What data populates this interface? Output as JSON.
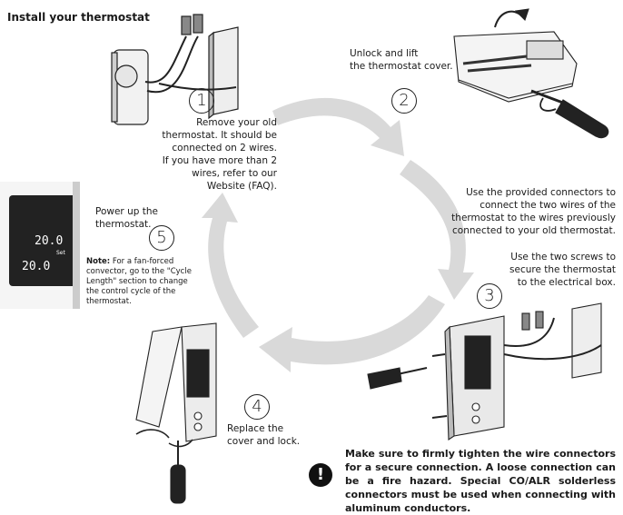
{
  "title": "Install your thermostat",
  "steps": {
    "s1": {
      "number": "1",
      "text_lines": [
        "Remove your old",
        "thermostat. It should be",
        "connected on 2 wires.",
        "If you have more than 2",
        "wires, refer to our",
        "Website (FAQ)."
      ]
    },
    "s2": {
      "number": "2",
      "text_lines": [
        "Unlock and lift",
        "the thermostat cover."
      ]
    },
    "s3": {
      "number": "3",
      "text_a_lines": [
        "Use the provided connectors to",
        "connect the two wires of the",
        "thermostat to the wires previously",
        "connected to your old thermostat."
      ],
      "text_b_lines": [
        "Use the two screws to",
        "secure the thermostat",
        "to the electrical box."
      ]
    },
    "s4": {
      "number": "4",
      "text_lines": [
        "Replace the",
        "cover and lock."
      ]
    },
    "s5": {
      "number": "5",
      "text_lines": [
        "Power up the",
        "thermostat."
      ],
      "note_label": "Note:",
      "note_lines": [
        " For a fan-forced",
        "convector, go to the \"Cycle",
        "Length\" section to change",
        "the control cycle of the",
        "thermostat."
      ]
    }
  },
  "display": {
    "temp_top": "20.0",
    "temp_bottom": "20.0",
    "set_label": "Set"
  },
  "warning": {
    "text": "Make sure to firmly tighten the wire connectors for a secure connection. A loose connection can be a fire hazard. Special CO/ALR solderless connectors must be used when connecting with aluminum conductors.",
    "icon": "exclamation-icon"
  },
  "colors": {
    "arrow": "#d9d9d9",
    "ink": "#1a1a1a"
  }
}
